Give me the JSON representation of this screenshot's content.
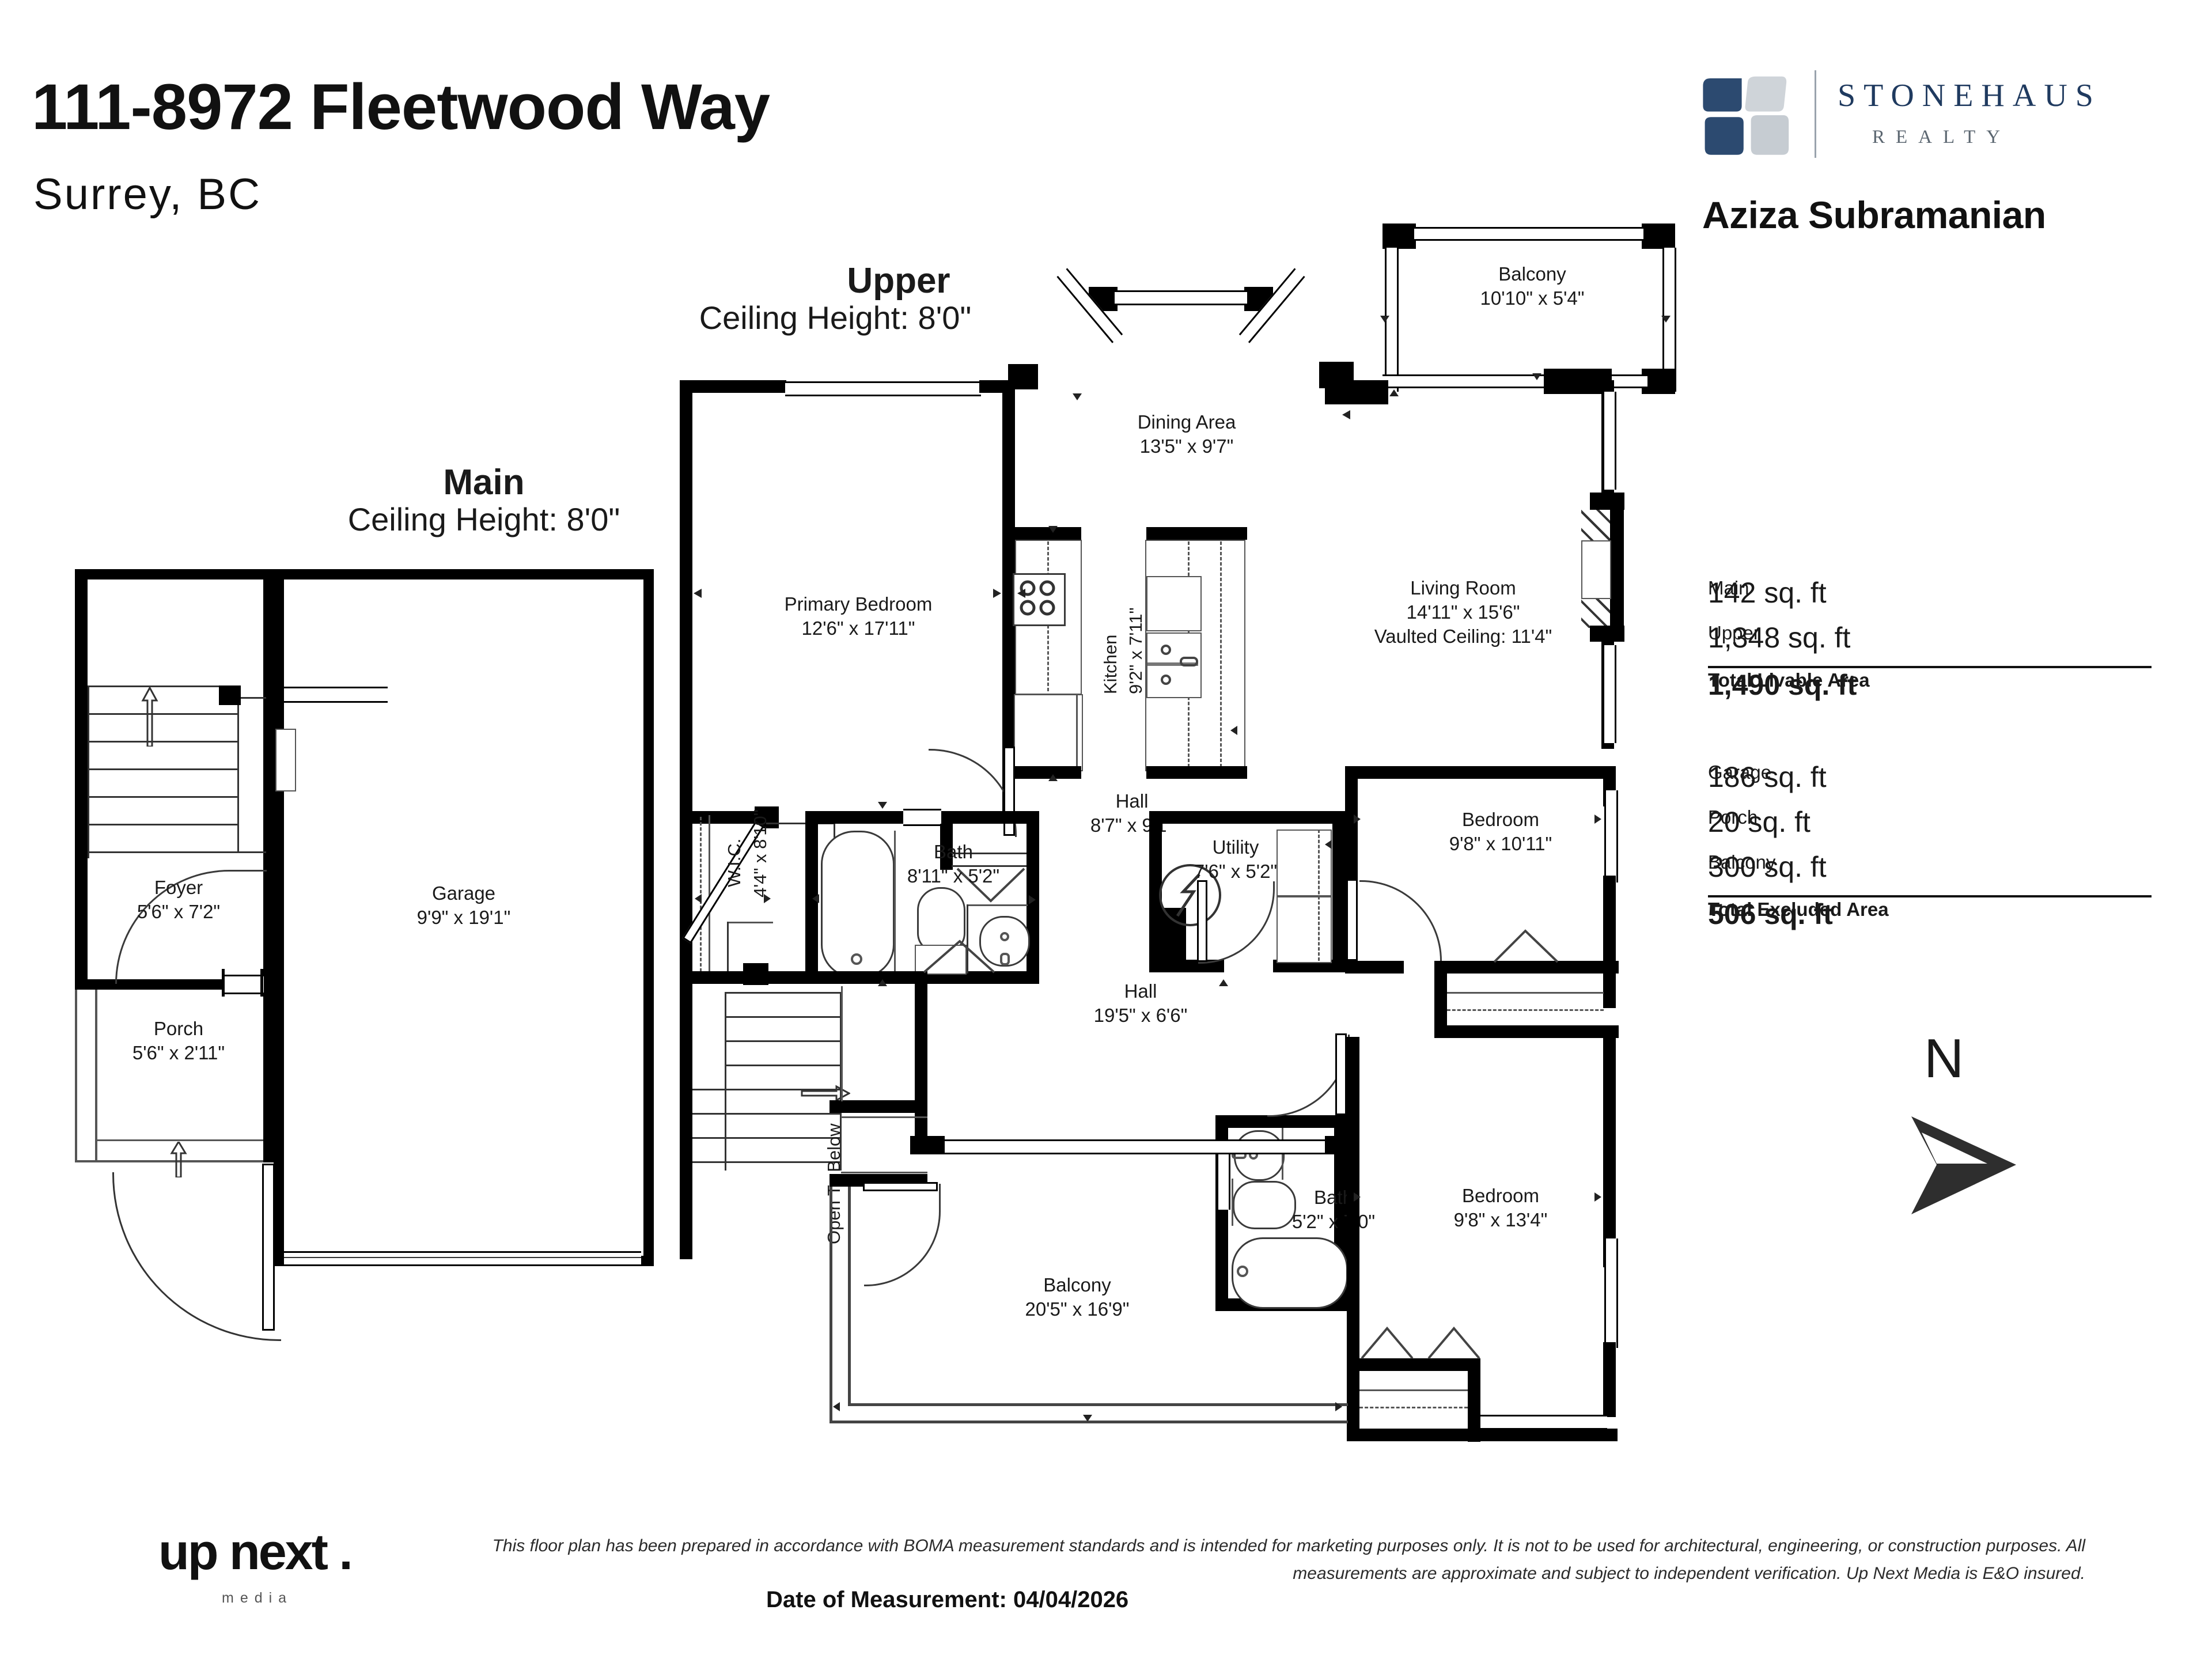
{
  "header": {
    "address": "111-8972 Fleetwood Way",
    "city": "Surrey, BC"
  },
  "brand": {
    "name": "STONEHAUS",
    "sub": "REALTY",
    "agent": "Aziza Subramanian",
    "accent_navy": "#1f3a5f",
    "accent_grey": "#c6ccd2"
  },
  "floors": [
    {
      "key": "main",
      "name": "Main",
      "ceiling": "Ceiling Height: 8'0\""
    },
    {
      "key": "upper",
      "name": "Upper",
      "ceiling": "Ceiling Height: 8'0\""
    }
  ],
  "rooms": {
    "foyer": {
      "name": "Foyer",
      "dim": "5'6\" x 7'2\""
    },
    "garage": {
      "name": "Garage",
      "dim": "9'9\" x 19'1\""
    },
    "porch": {
      "name": "Porch",
      "dim": "5'6\" x 2'11\""
    },
    "primary_bedroom": {
      "name": "Primary Bedroom",
      "dim": "12'6\" x 17'11\""
    },
    "dining_area": {
      "name": "Dining Area",
      "dim": "13'5\" x 9'7\""
    },
    "kitchen": {
      "name": "Kitchen",
      "dim": "9'2\" x 7'11\""
    },
    "living_room": {
      "name": "Living Room",
      "dim": "14'11\" x 15'6\"",
      "note": "Vaulted Ceiling: 11'4\""
    },
    "balcony_upper": {
      "name": "Balcony",
      "dim": "10'10\" x 5'4\""
    },
    "wic": {
      "name": "W.I.C.",
      "dim": "4'4\" x 8'10\""
    },
    "bath_main": {
      "name": "Bath",
      "dim": "8'11\" x 5'2\""
    },
    "hall_upper": {
      "name": "Hall",
      "dim": "8'7\" x 9'1\""
    },
    "hall_lower": {
      "name": "Hall",
      "dim": "19'5\" x 6'6\""
    },
    "utility": {
      "name": "Utility",
      "dim": "7'6\" x 5'2\""
    },
    "bedroom2": {
      "name": "Bedroom",
      "dim": "9'8\" x 10'11\""
    },
    "bedroom3": {
      "name": "Bedroom",
      "dim": "9'8\" x 13'4\""
    },
    "bath_2": {
      "name": "Bath",
      "dim": "5'2\" x 7'0\""
    },
    "balcony_large": {
      "name": "Balcony",
      "dim": "20'5\" x 16'9\""
    },
    "open_to_below": {
      "name": "Open To Below"
    }
  },
  "areas": {
    "livable": [
      {
        "label": "Main",
        "value": "142 sq. ft"
      },
      {
        "label": "Upper",
        "value": "1,348 sq. ft"
      }
    ],
    "livable_total": {
      "label": "Total Livable Area",
      "value": "1,490 sq. ft"
    },
    "excluded": [
      {
        "label": "Garage",
        "value": "186 sq. ft"
      },
      {
        "label": "Porch",
        "value": "20 sq. ft"
      },
      {
        "label": "Balcony",
        "value": "300 sq. ft"
      }
    ],
    "excluded_total": {
      "label": "Total Excluded Area",
      "value": "506 sq. ft"
    }
  },
  "compass": {
    "letter": "N"
  },
  "footer": {
    "logo_word": "up next .",
    "logo_sub": "media",
    "disclaimer": "This floor plan has been prepared in accordance with BOMA measurement standards and is intended for marketing purposes only. It is not to be used for architectural, engineering, or construction purposes. All measurements are approximate and subject to independent verification. Up Next Media is E&O insured.",
    "date_of_measurement": "Date of Measurement: 04/04/2026"
  }
}
